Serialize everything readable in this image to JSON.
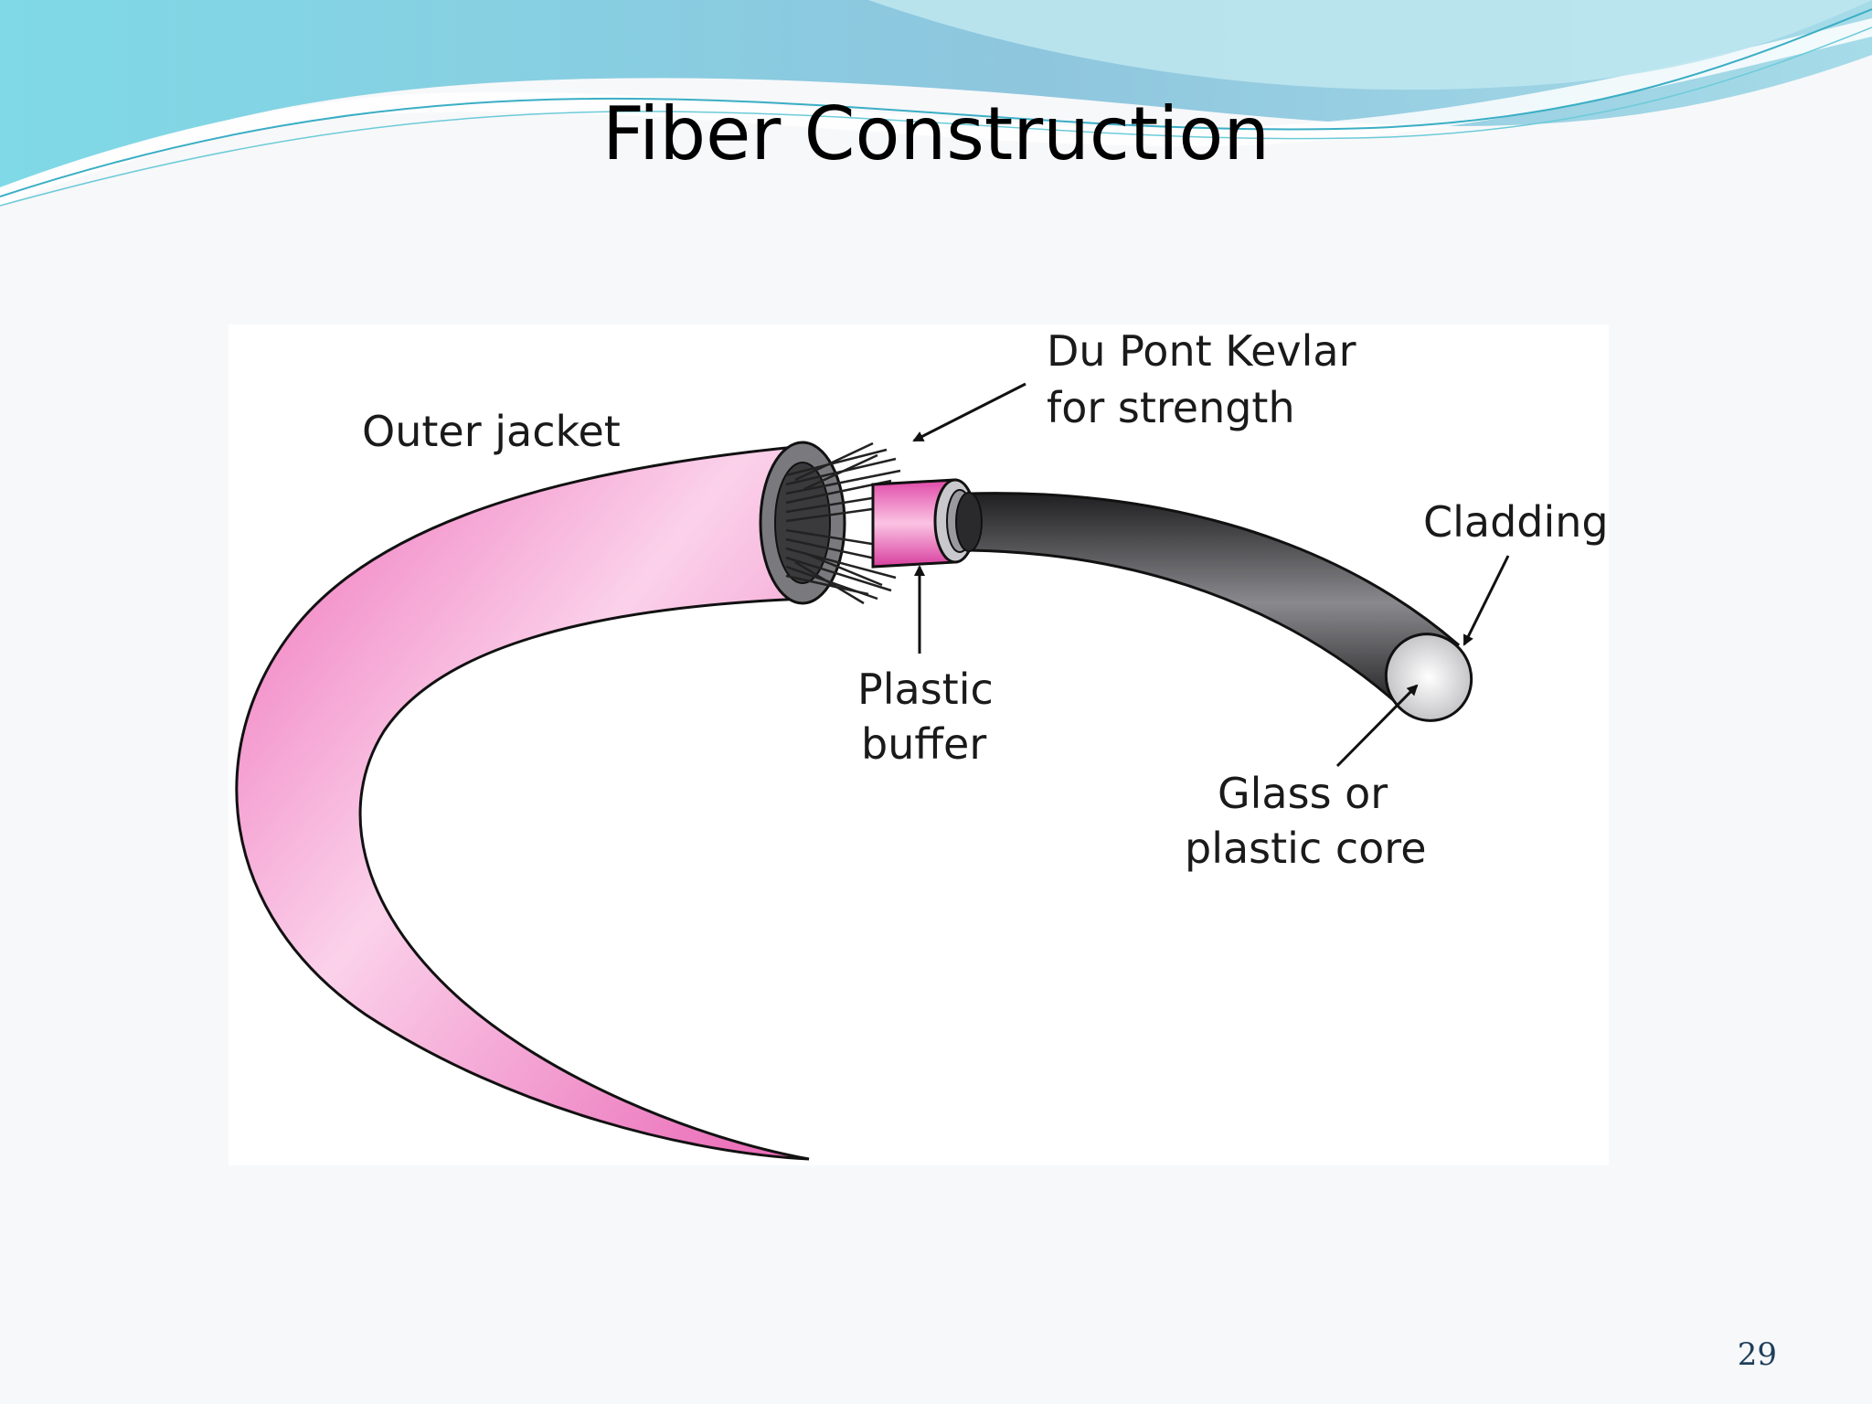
{
  "slide": {
    "title": "Fiber Construction",
    "page_number": "29"
  },
  "diagram": {
    "labels": {
      "outer_jacket": "Outer jacket",
      "kevlar_line1": "Du Pont Kevlar",
      "kevlar_line2": "for strength",
      "cladding": "Cladding",
      "buffer_line1": "Plastic",
      "buffer_line2": "buffer",
      "core_line1": "Glass or",
      "core_line2": "plastic core"
    },
    "colors": {
      "jacket": "#f48cc8",
      "jacket_highlight": "#fde0f0",
      "buffer": "#f27fc2",
      "cladding": "#2e2e30",
      "kevlar": "#222222"
    }
  }
}
